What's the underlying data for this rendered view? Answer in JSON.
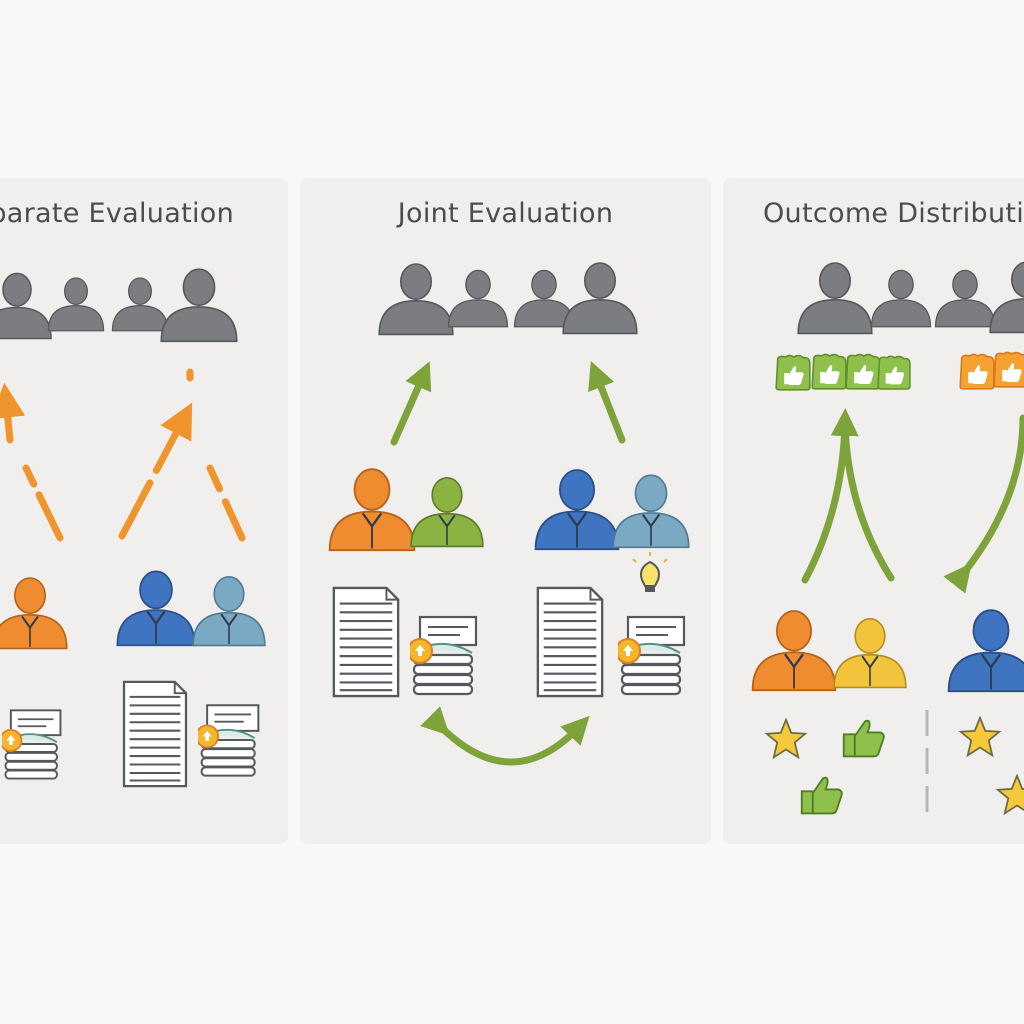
{
  "panels": [
    {
      "title": "parate Evaluation"
    },
    {
      "title": "Joint Evaluation"
    },
    {
      "title": "Outcome Distributi"
    }
  ],
  "colors": {
    "gray_person": "#7b7d80",
    "orange": "#f08c30",
    "green": "#8bb341",
    "blue": "#3f74c0",
    "teal": "#79a9c3",
    "yellow": "#f2c43b",
    "arrow_orange": "#f0952e",
    "arrow_green": "#7da33a"
  }
}
